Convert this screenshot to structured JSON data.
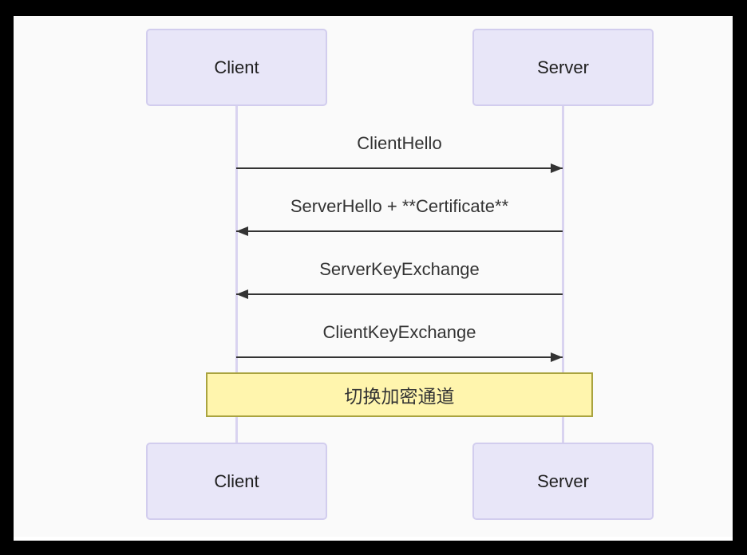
{
  "diagram": {
    "type": "sequence-diagram",
    "actors": [
      {
        "name": "Client"
      },
      {
        "name": "Server"
      }
    ],
    "messages": [
      {
        "from": "Client",
        "to": "Server",
        "label": "ClientHello",
        "arrow": "solid-right"
      },
      {
        "from": "Server",
        "to": "Client",
        "label": "ServerHello + **Certificate**",
        "arrow": "solid-left"
      },
      {
        "from": "Server",
        "to": "Client",
        "label": "ServerKeyExchange",
        "arrow": "solid-left"
      },
      {
        "from": "Client",
        "to": "Server",
        "label": "ClientKeyExchange",
        "arrow": "solid-right"
      }
    ],
    "note": {
      "label": "切换加密通道",
      "position": "over Client,Server"
    },
    "colors": {
      "frame": "#000000",
      "canvas": "#fafafa",
      "actor_fill": "#e8e6f8",
      "actor_border": "#d2cdee",
      "lifeline": "#d9d3f0",
      "message_line": "#333333",
      "message_text": "#333333",
      "note_fill": "#fff5ad",
      "note_border": "#a9a33f"
    }
  }
}
